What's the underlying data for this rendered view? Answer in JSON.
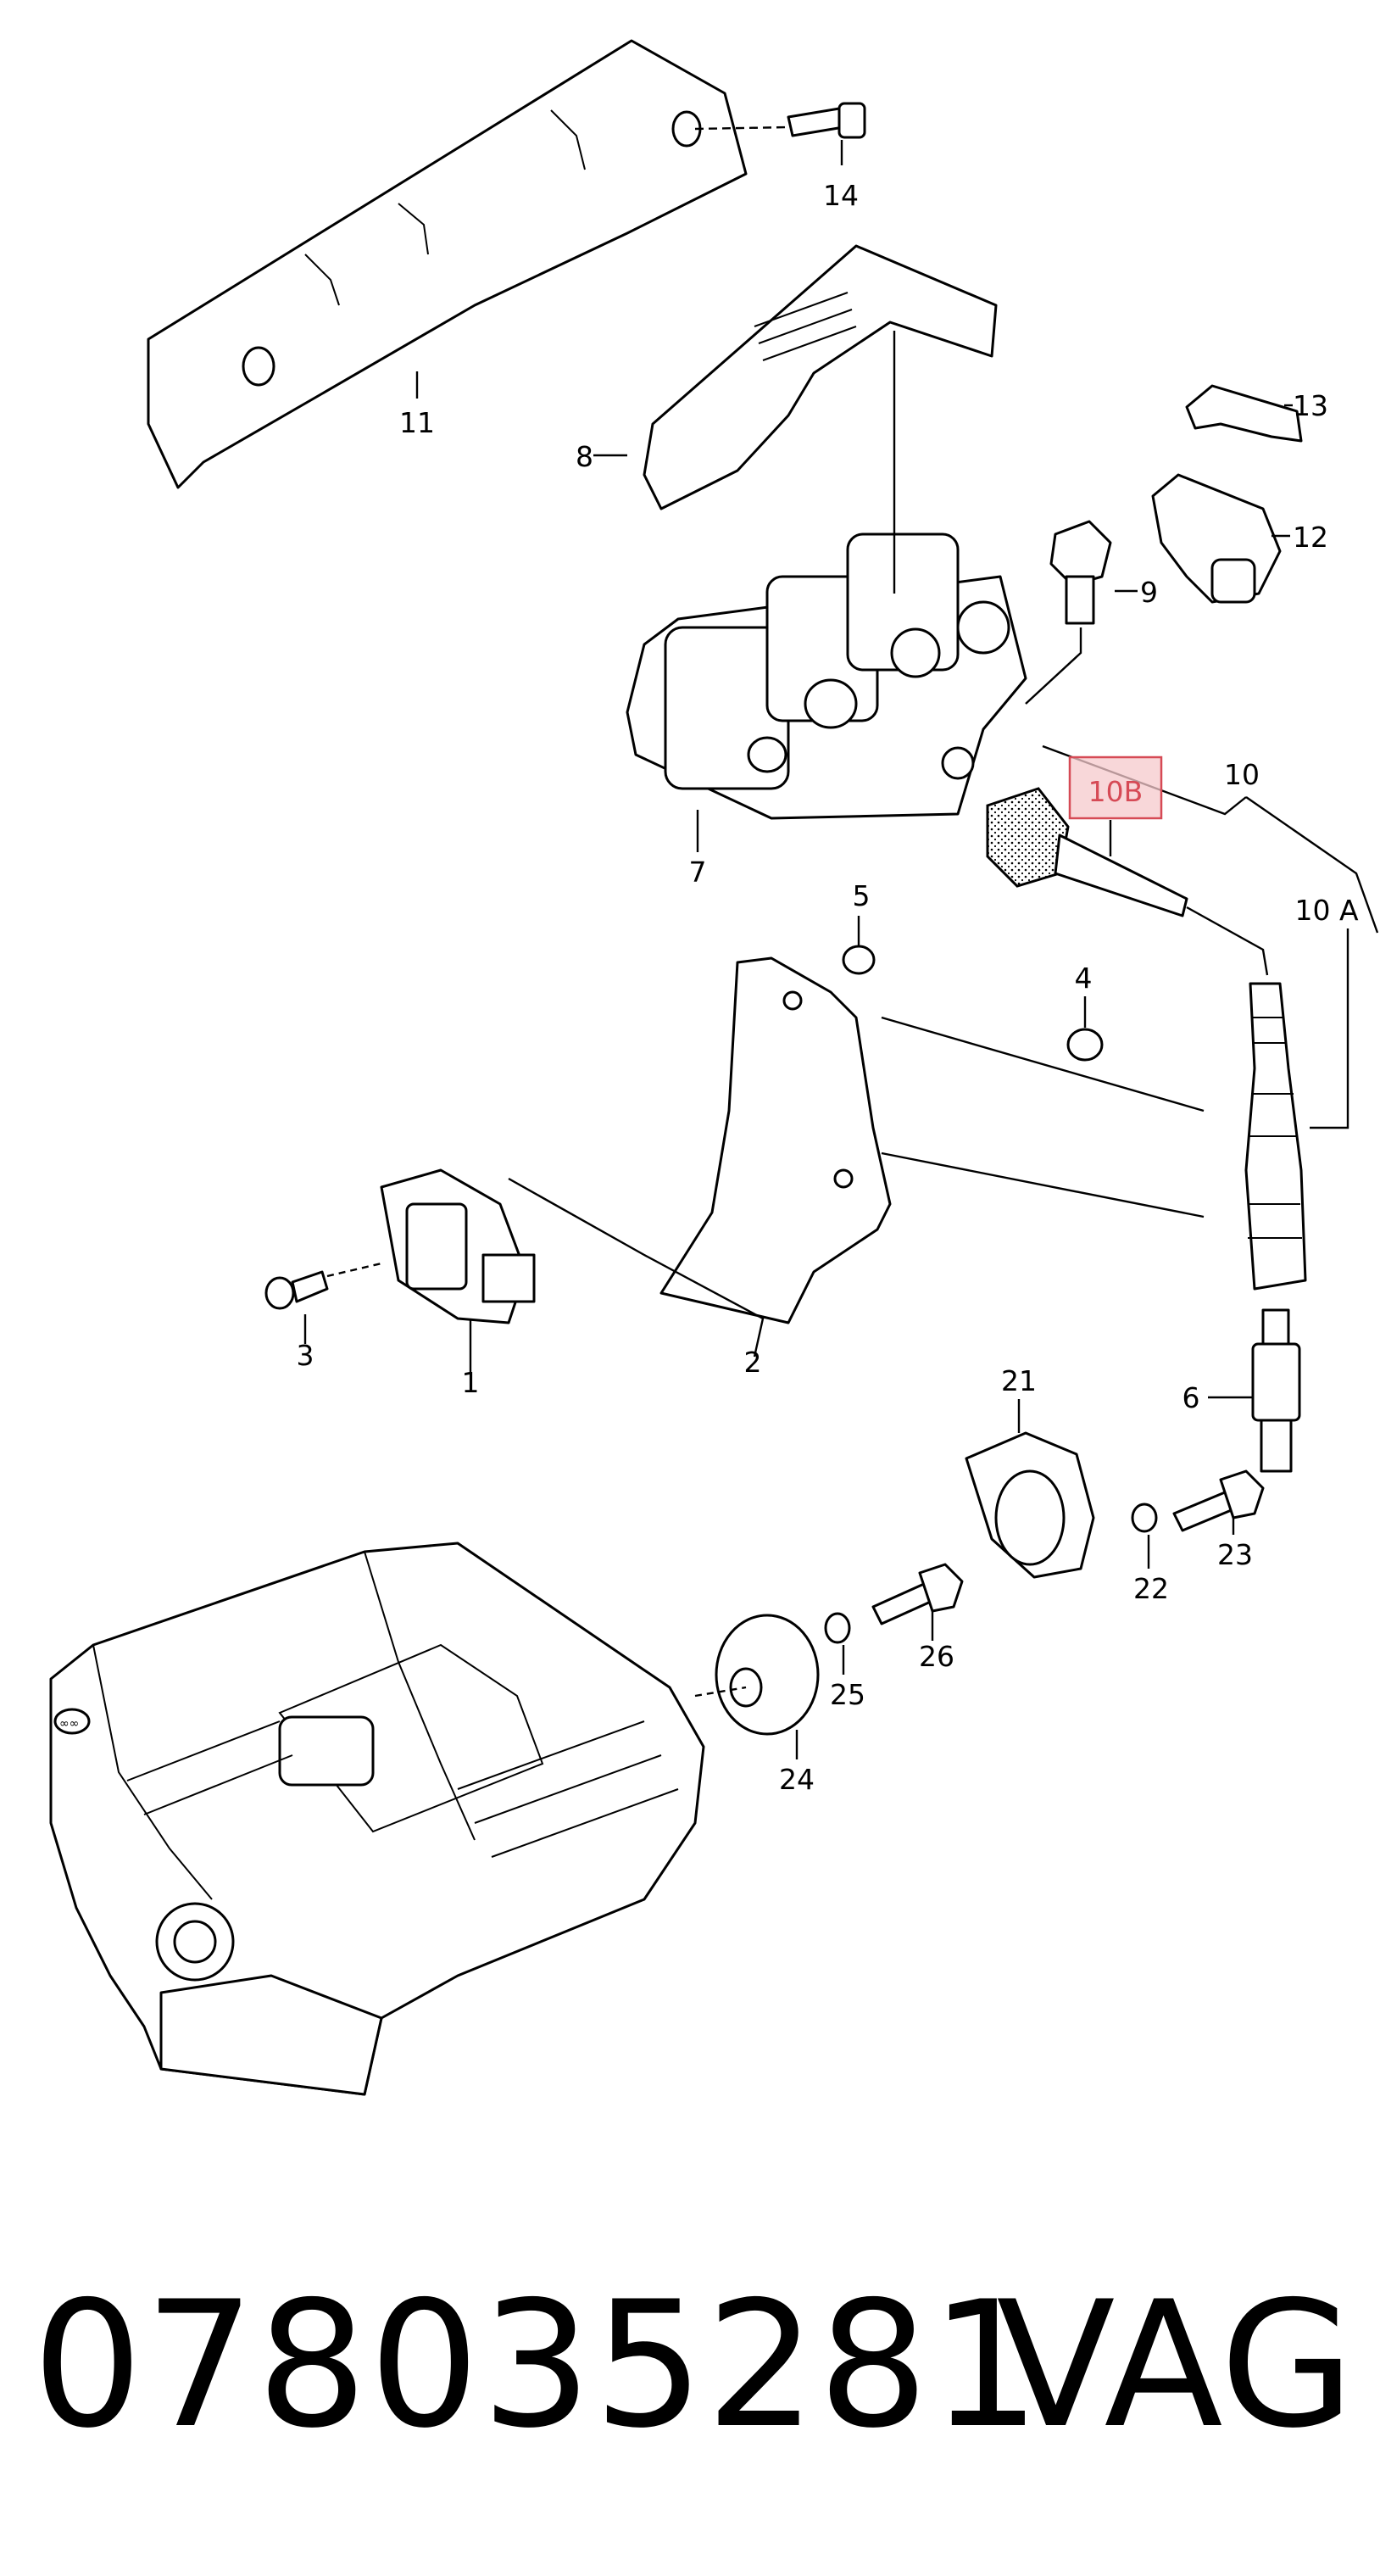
{
  "colors": {
    "highlight_fill": "#f6c9cc",
    "highlight_stroke": "#d64a55",
    "ink": "#000000"
  },
  "callouts": {
    "c1": "1",
    "c2": "2",
    "c3": "3",
    "c4": "4",
    "c5": "5",
    "c6": "6",
    "c7": "7",
    "c8": "8",
    "c9": "9",
    "c10": "10",
    "c10a": "10 A",
    "c10b": "10B",
    "c11": "11",
    "c12": "12",
    "c13": "13",
    "c14": "14",
    "c21": "21",
    "c22": "22",
    "c23": "23",
    "c24": "24",
    "c25": "25",
    "c26": "26"
  },
  "caption": {
    "part_number": "078035281",
    "brand": "VAG"
  }
}
